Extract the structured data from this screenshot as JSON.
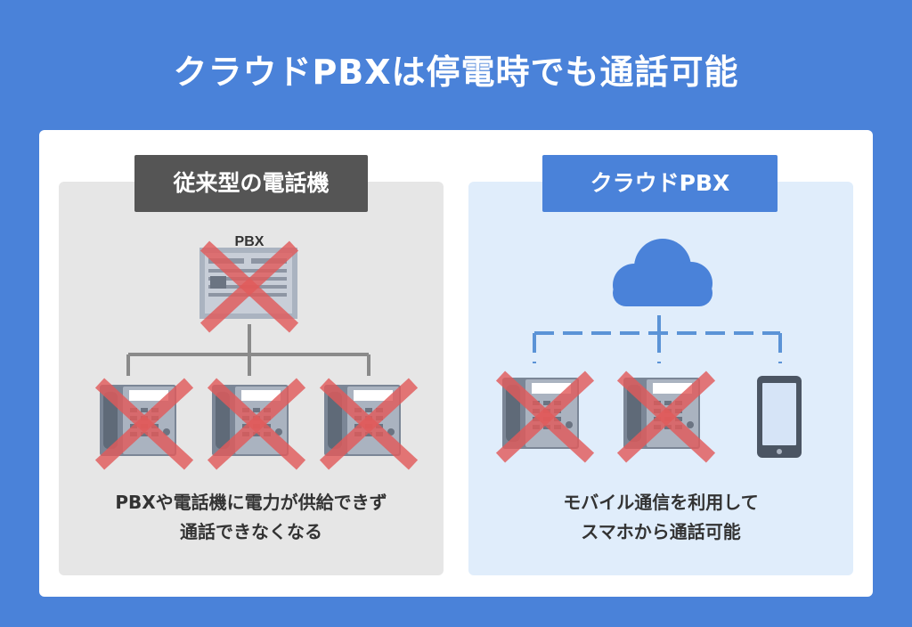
{
  "title": "クラウドPBXは停電時でも通話可能",
  "left": {
    "tag": "従来型の電話機",
    "pbx_label": "PBX",
    "caption_line1": "PBXや電話機に電力が供給できず",
    "caption_line2": "通話できなくなる"
  },
  "right": {
    "tag": "クラウドPBX",
    "caption_line1": "モバイル通信を利用して",
    "caption_line2": "スマホから通話可能"
  },
  "icons": [
    "pbx-unit-icon",
    "desk-phone-icon",
    "cloud-icon",
    "smartphone-icon",
    "cross-mark-icon"
  ],
  "colors": {
    "background": "#4a82d9",
    "cross": "#e05a5a",
    "left_panel": "#e6e6e6",
    "right_panel": "#e0edfb",
    "left_tag": "#555555",
    "right_tag": "#4a82d9"
  }
}
